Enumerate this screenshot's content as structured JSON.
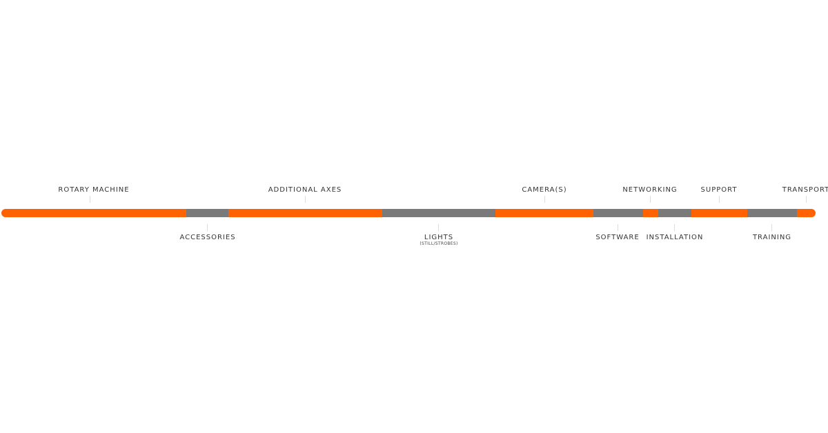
{
  "colors": {
    "primary": "#ff6200",
    "secondary": "#7a7a7a"
  },
  "segments": [
    {
      "label": "ROTARY MACHINE",
      "color": "orange"
    },
    {
      "label": "ACCESSORIES",
      "color": "gray"
    },
    {
      "label": "ADDITIONAL AXES",
      "color": "orange"
    },
    {
      "label": "LIGHTS",
      "sublabel": "(STILL/STROBES)",
      "color": "gray"
    },
    {
      "label": "CAMERA(S)",
      "color": "orange"
    },
    {
      "label": "SOFTWARE",
      "color": "gray"
    },
    {
      "label": "NETWORKING",
      "color": "orange"
    },
    {
      "label": "INSTALLATION",
      "color": "gray"
    },
    {
      "label": "SUPPORT",
      "color": "orange"
    },
    {
      "label": "TRAINING",
      "color": "gray"
    },
    {
      "label": "TRANSPORT",
      "color": "orange"
    }
  ]
}
